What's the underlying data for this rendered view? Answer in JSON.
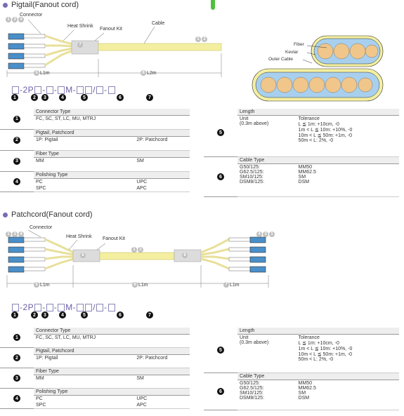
{
  "pigtail": {
    "title": "Pigtail(Fanout cord)",
    "labels": {
      "connector": "Connector",
      "heat_shrink": "Heat Shrink",
      "fanout_kit": "Fanout Kit",
      "cable": "Cable",
      "l1": "L1m",
      "l2": "L2m"
    },
    "markers": {
      "left_nums": [
        "1",
        "3",
        "4"
      ],
      "kit_num": "7",
      "cable_nums": [
        "1",
        "2"
      ],
      "l1_num": "5",
      "l2_num": "6"
    },
    "code": {
      "parts": [
        "-2P",
        "-",
        "-",
        "M-",
        "/",
        "-"
      ],
      "nums": [
        "1",
        "2",
        "3",
        "4",
        "5",
        "6",
        "7"
      ]
    }
  },
  "cross_section": {
    "labels": [
      "Fiber",
      "Kevlar",
      "Outer Cable"
    ]
  },
  "patchcord": {
    "title": "Patchcord(Fanout cord)",
    "labels": {
      "connector": "Connector",
      "heat_shrink": "Heat Shrink",
      "fanout_kit": "Fanout Kit",
      "l1_left": "L1m",
      "l1_mid": "L1m",
      "l1_right": "L1m"
    },
    "markers": {
      "left_nums": [
        "1",
        "3",
        "4"
      ],
      "right_nums": [
        "4",
        "3",
        "1"
      ],
      "kit_left": "8",
      "mid_nums": [
        "1",
        "2"
      ],
      "kit_right": "8",
      "l_left": "5",
      "l_mid": "6",
      "l_right": "7"
    },
    "code": {
      "parts": [
        "-2P",
        "-",
        "-",
        "M-",
        "/",
        "-"
      ],
      "nums": [
        "1",
        "2",
        "3",
        "4",
        "5",
        "6",
        "7"
      ]
    }
  },
  "spec_left": [
    {
      "num": "1",
      "header": "Connector Type",
      "rows": [
        [
          "FC, SC, ST, LC, MU, MTRJ",
          ""
        ]
      ]
    },
    {
      "num": "2",
      "header": "Pigtail, Patchcord",
      "rows": [
        [
          "1P: Pigtail",
          "2P: Patchcord"
        ]
      ]
    },
    {
      "num": "3",
      "header": "Fiber Type",
      "rows": [
        [
          "MM",
          "SM"
        ]
      ]
    },
    {
      "num": "4",
      "header": "Polishing Type",
      "rows": [
        [
          "PC",
          "UPC"
        ],
        [
          "SPC",
          "APC"
        ]
      ]
    }
  ],
  "spec_right": {
    "length": {
      "num": "5",
      "header": "Length",
      "unit": "Unit",
      "unit_note": "(0.3m above)",
      "tolerance_title": "Tolerance",
      "tolerance": [
        "L ≦ 1m: +10cm, -0",
        "1m < L ≦ 10m: +10%, -0",
        "10m < L ≦ 50m: +1m, -0",
        "50m < L: 2%, -0"
      ]
    },
    "cable": {
      "num": "6",
      "header": "Cable Type",
      "rows": [
        [
          "G50/125:",
          "MM50"
        ],
        [
          "G62.5/125:",
          "MM62.5"
        ],
        [
          "SM10/125:",
          "SM"
        ],
        [
          "DSM8/125:",
          "DSM"
        ]
      ]
    }
  },
  "colors": {
    "accent": "#6a5ca8",
    "cable_yellow": "#f4efa0",
    "fiber_blue": "#5aa0d6",
    "fiber_orange": "#f0c68a"
  }
}
